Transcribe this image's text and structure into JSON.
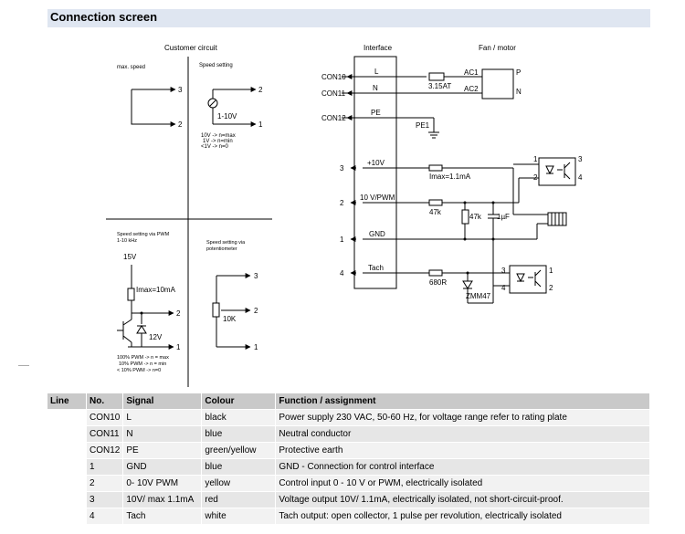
{
  "title": "Connection screen",
  "diagram": {
    "customer_circuit_label": "Customer circuit",
    "interface_label": "Interface",
    "fan_motor_label": "Fan / motor",
    "max_speed_label": "max. speed",
    "speed_setting_label": "Speed setting",
    "range_label": "1-10V",
    "speed_notes": [
      "10V -> n=max",
      "1V -> n=min",
      "<1V -> n=0"
    ],
    "pwm_title": [
      "Speed setting via PWM",
      "1-10 kHz"
    ],
    "pwm_supply": "15V",
    "pwm_imax": "Imax=10mA",
    "pwm_zener": "12V",
    "pwm_notes": [
      "100% PWM -> n = max",
      "10% PWM -> n = min",
      "< 10% PWM -> n=0"
    ],
    "pot_title": [
      "Speed setting via",
      "potentiometer"
    ],
    "pot_value": "10K",
    "term_1": "1",
    "term_2": "2",
    "term_3": "3",
    "term_4": "4",
    "con10": "CON10",
    "con11": "CON11",
    "con12": "CON12",
    "pin_l": "L",
    "pin_n": "N",
    "pin_pe": "PE",
    "pin_10v": "+10V",
    "pin_pwm": "10 V/PWM",
    "pin_gnd": "GND",
    "pin_tach": "Tach",
    "fuse": "3.15AT",
    "pe1": "PE1",
    "ac1": "AC1",
    "ac2": "AC2",
    "motor_p": "P",
    "motor_n": "N",
    "imax_int": "Imax=1.1mA",
    "r47k_a": "47k",
    "r47k_b": "47k",
    "cap": "1µF",
    "r680": "680R",
    "zener": "ZMM47"
  },
  "table": {
    "headers": [
      "Line",
      "No.",
      "Signal",
      "Colour",
      "Function / assignment"
    ],
    "rows": [
      {
        "line": "",
        "no": "CON10",
        "signal": "L",
        "colour": "black",
        "function": "Power supply 230 VAC, 50-60 Hz, for voltage range refer to rating plate"
      },
      {
        "line": "",
        "no": "CON11",
        "signal": "N",
        "colour": "blue",
        "function": "Neutral conductor"
      },
      {
        "line": "",
        "no": "CON12",
        "signal": "PE",
        "colour": "green/yellow",
        "function": "Protective earth"
      },
      {
        "line": "",
        "no": "1",
        "signal": "GND",
        "colour": "blue",
        "function": "GND - Connection for control interface"
      },
      {
        "line": "",
        "no": "2",
        "signal": "0- 10V PWM",
        "colour": "yellow",
        "function": "Control input 0 - 10 V or PWM, electrically isolated"
      },
      {
        "line": "",
        "no": "3",
        "signal": "10V/ max 1.1mA",
        "colour": "red",
        "function": "Voltage output 10V/ 1.1mA, electrically isolated, not short-circuit-proof."
      },
      {
        "line": "",
        "no": "4",
        "signal": "Tach",
        "colour": "white",
        "function": "Tach output: open collector, 1 pulse per revolution, electrically isolated"
      }
    ]
  }
}
